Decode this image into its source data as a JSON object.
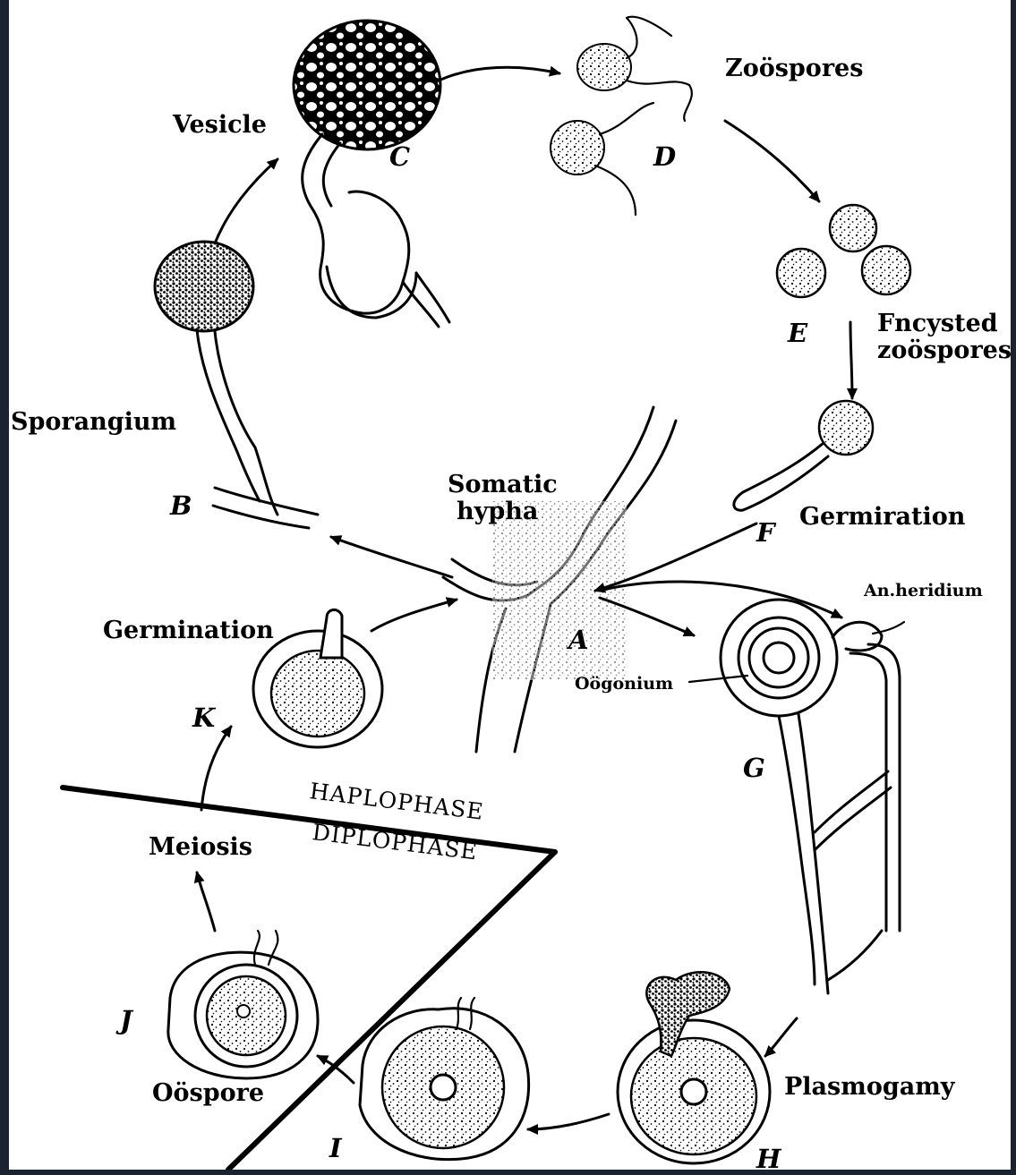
{
  "labels": {
    "vesicle": "Vesicle",
    "zoospores": "Zoöspores",
    "encysted_line1": "Fncysted",
    "encysted_line2": "zoöspores",
    "sporangium": "Sporangium",
    "somatic_line1": "Somatic",
    "somatic_line2": "hypha",
    "germination_right": "Germiration",
    "germination_left": "Germination",
    "antheridium": "An.heridium",
    "oogonium": "Oögonium",
    "haplophase": "HAPLOPHASE",
    "diplophase": "DIPLOPHASE",
    "meiosis": "Meiosis",
    "oospore": "Oöspore",
    "plasmogamy": "Plasmogamy"
  },
  "stage_letters": {
    "a": "A",
    "b": "B",
    "c": "C",
    "d": "D",
    "e": "E",
    "f": "F",
    "g": "G",
    "h": "H",
    "i": "I",
    "j": "J",
    "k": "K"
  }
}
